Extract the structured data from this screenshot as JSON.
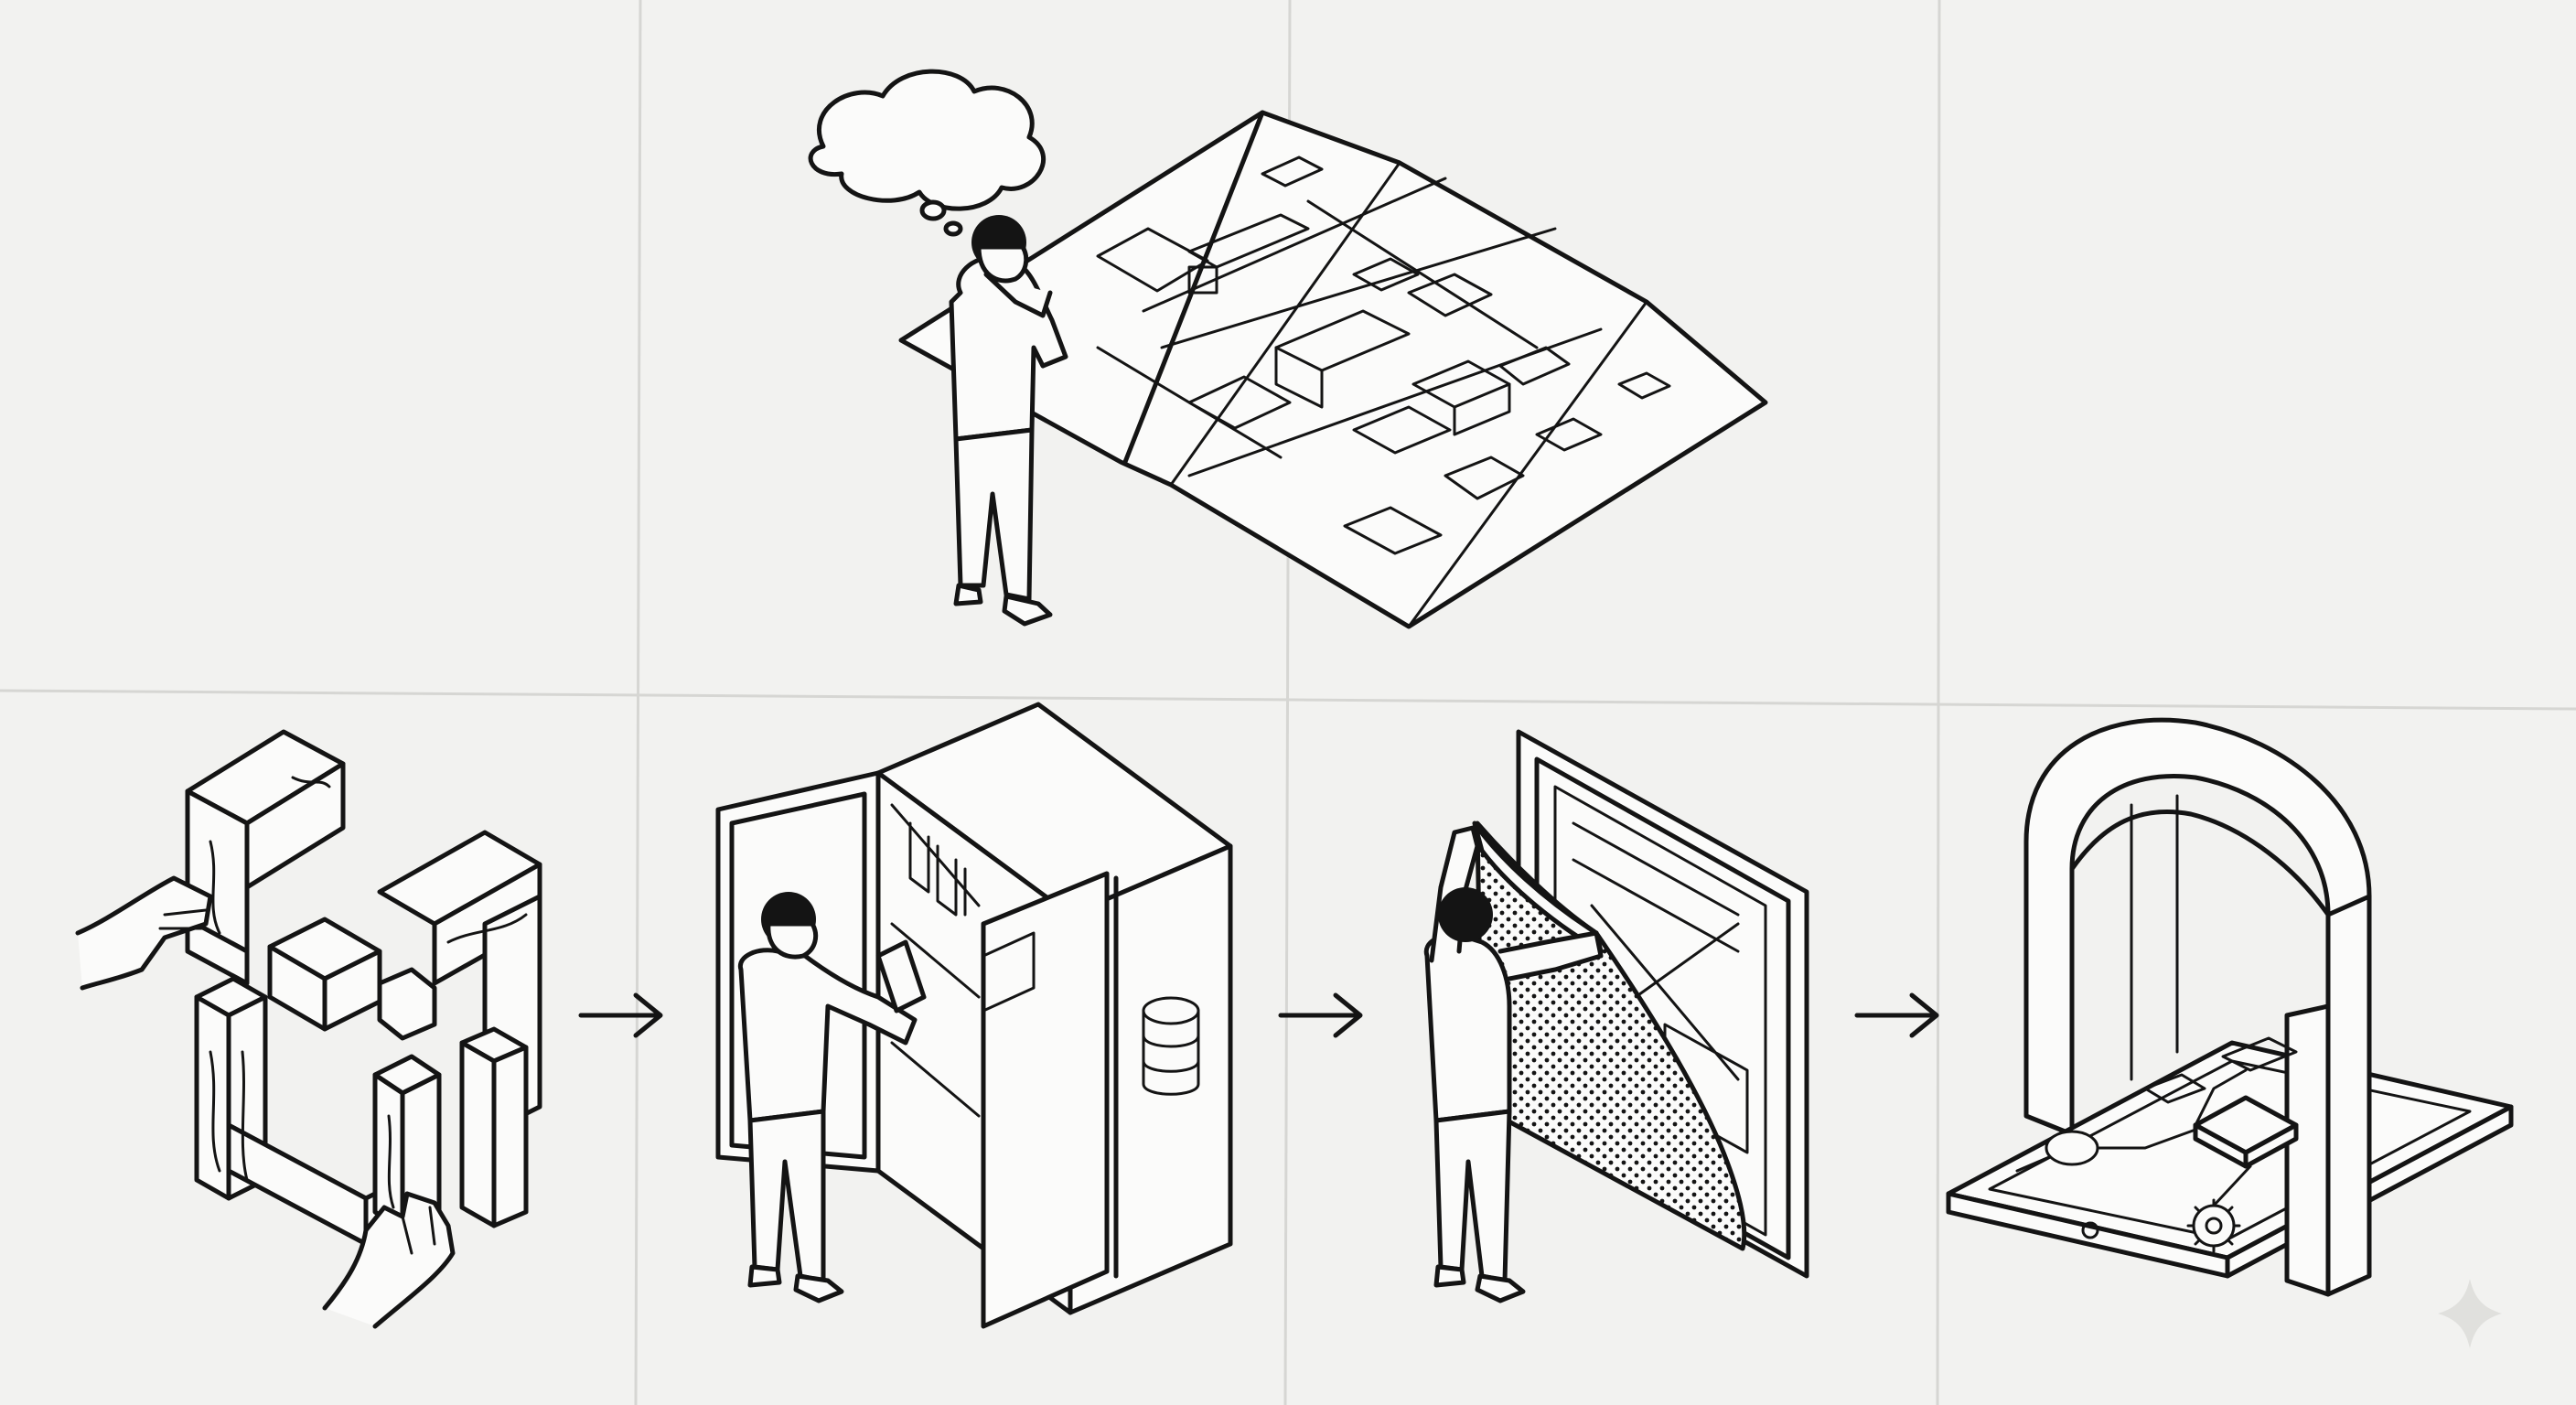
{
  "diagram": {
    "title": "",
    "palette": {
      "ink": "#141414",
      "paper": "#f2f2f0",
      "sheet": "#fbfbfa",
      "fold": "#d6d6d3"
    },
    "nodes": [
      {
        "id": "planning",
        "icon": "person-studying-blueprint-map-icon"
      },
      {
        "id": "wooden-blocks",
        "icon": "hands-assembling-wooden-blocks-icon"
      },
      {
        "id": "cabinet",
        "icon": "person-at-database-cabinet-icon"
      },
      {
        "id": "screen",
        "icon": "person-peeling-cover-off-screen-icon"
      },
      {
        "id": "tablet",
        "icon": "tablet-under-arch-icon"
      }
    ],
    "edges": [
      {
        "from": "wooden-blocks",
        "to": "cabinet",
        "icon": "arrow-right-icon"
      },
      {
        "from": "cabinet",
        "to": "screen",
        "icon": "arrow-right-icon"
      },
      {
        "from": "screen",
        "to": "tablet",
        "icon": "arrow-right-icon"
      }
    ],
    "corner_icon": "sparkle-icon"
  }
}
